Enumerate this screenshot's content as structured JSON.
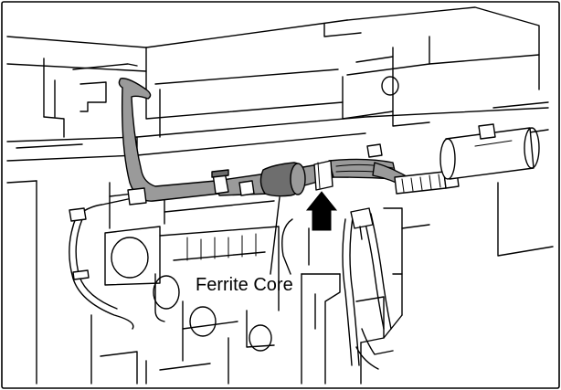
{
  "figure": {
    "callout_label": "Ferrite Core",
    "colors": {
      "line": "#000000",
      "cable": "#9a9a9a",
      "cable_dark": "#6e6e6e",
      "background": "#ffffff"
    },
    "icons": [
      "ferrite-core",
      "up-arrow-icon",
      "cable-harness",
      "connector",
      "cable-clamp"
    ]
  }
}
